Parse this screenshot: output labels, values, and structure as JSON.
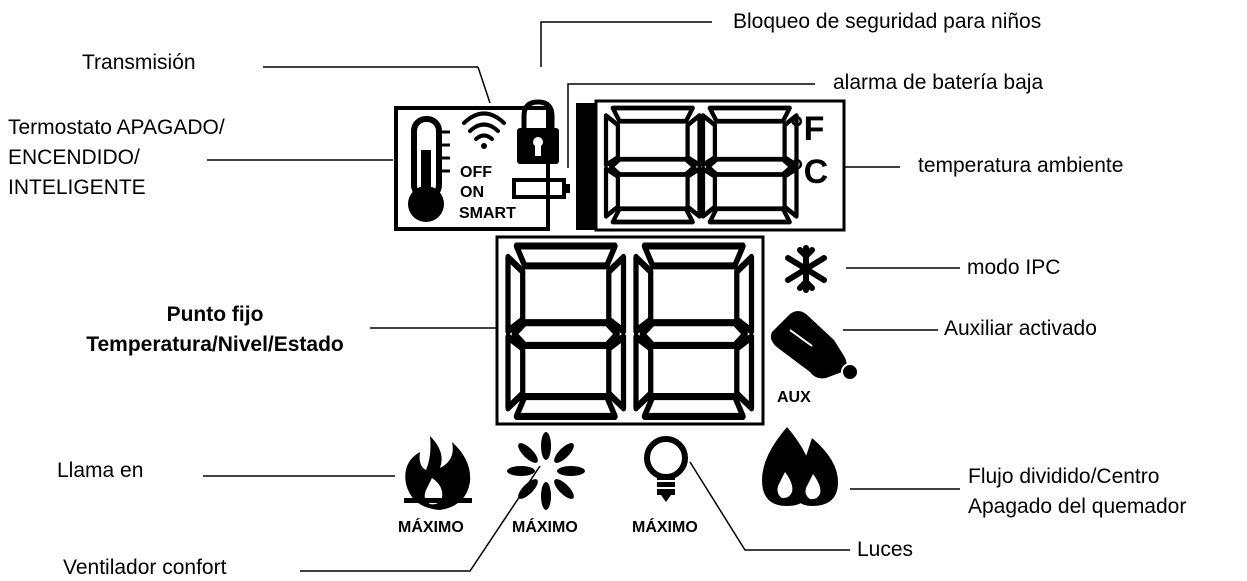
{
  "labels": {
    "child_lock": "Bloqueo de seguridad para niños",
    "transmission": "Transmisión",
    "low_battery": "alarma de batería baja",
    "thermostat": [
      "Termostato APAGADO/",
      "ENCENDIDO/",
      "INTELIGENTE"
    ],
    "room_temp": "temperatura ambiente",
    "ipc_mode": "modo IPC",
    "setpoint": [
      "Punto fijo",
      "Temperatura/Nivel/Estado"
    ],
    "aux_on": "Auxiliar activado",
    "flame": "Llama en",
    "split_flow": [
      "Flujo dividido/Centro",
      "Apagado del quemador"
    ],
    "comfort_fan": "Ventilador confort",
    "lights": "Luces"
  },
  "display": {
    "thermo_states": [
      "OFF",
      "ON",
      "SMART"
    ],
    "unit_f": "°F",
    "unit_c": "°C",
    "aux": "AUX",
    "max_flame": "MÁXIMO",
    "max_fan": "MÁXIMO",
    "max_lights": "MÁXIMO"
  }
}
